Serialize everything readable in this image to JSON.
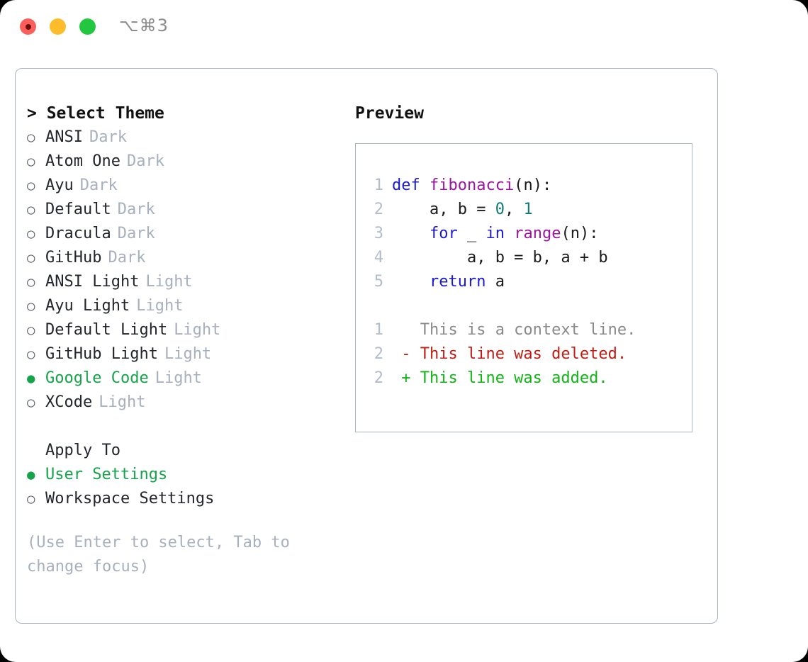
{
  "titlebar": {
    "shortcut": "⌥⌘3",
    "buttons": [
      {
        "name": "close",
        "color": "#fc5f5a"
      },
      {
        "name": "minimize",
        "color": "#fcbc2c"
      },
      {
        "name": "zoom",
        "color": "#22c63f"
      }
    ]
  },
  "theme_picker": {
    "header": "> Select Theme",
    "items": [
      {
        "bullet": "○",
        "label": "ANSI",
        "suffix": "Dark",
        "selected": false
      },
      {
        "bullet": "○",
        "label": "Atom One",
        "suffix": "Dark",
        "selected": false
      },
      {
        "bullet": "○",
        "label": "Ayu",
        "suffix": "Dark",
        "selected": false
      },
      {
        "bullet": "○",
        "label": "Default",
        "suffix": "Dark",
        "selected": false
      },
      {
        "bullet": "○",
        "label": "Dracula",
        "suffix": "Dark",
        "selected": false
      },
      {
        "bullet": "○",
        "label": "GitHub",
        "suffix": "Dark",
        "selected": false
      },
      {
        "bullet": "○",
        "label": "ANSI Light",
        "suffix": "Light",
        "selected": false
      },
      {
        "bullet": "○",
        "label": "Ayu Light",
        "suffix": "Light",
        "selected": false
      },
      {
        "bullet": "○",
        "label": "Default Light",
        "suffix": "Light",
        "selected": false
      },
      {
        "bullet": "○",
        "label": "GitHub Light",
        "suffix": "Light",
        "selected": false
      },
      {
        "bullet": "●",
        "label": "Google Code",
        "suffix": "Light",
        "selected": true
      },
      {
        "bullet": "○",
        "label": "XCode",
        "suffix": "Light",
        "selected": false
      }
    ]
  },
  "apply_to": {
    "header": "Apply To",
    "items": [
      {
        "bullet": "●",
        "label": "User Settings",
        "selected": true
      },
      {
        "bullet": "○",
        "label": "Workspace Settings",
        "selected": false
      }
    ]
  },
  "hint": "(Use Enter to select, Tab to change focus)",
  "preview": {
    "title": "Preview",
    "code_lines": [
      {
        "no": "1",
        "tokens": [
          {
            "t": "def ",
            "c": "kw"
          },
          {
            "t": "fibonacci",
            "c": "fn"
          },
          {
            "t": "(n):",
            "c": "plain"
          }
        ]
      },
      {
        "no": "2",
        "tokens": [
          {
            "t": "    a, b = ",
            "c": "plain"
          },
          {
            "t": "0",
            "c": "num"
          },
          {
            "t": ", ",
            "c": "plain"
          },
          {
            "t": "1",
            "c": "num"
          }
        ]
      },
      {
        "no": "3",
        "tokens": [
          {
            "t": "    ",
            "c": "plain"
          },
          {
            "t": "for",
            "c": "kw"
          },
          {
            "t": " _ ",
            "c": "plain"
          },
          {
            "t": "in",
            "c": "kw"
          },
          {
            "t": " ",
            "c": "plain"
          },
          {
            "t": "range",
            "c": "fn"
          },
          {
            "t": "(n):",
            "c": "plain"
          }
        ]
      },
      {
        "no": "4",
        "tokens": [
          {
            "t": "        a, b = b, a + b",
            "c": "plain"
          }
        ]
      },
      {
        "no": "5",
        "tokens": [
          {
            "t": "    ",
            "c": "plain"
          },
          {
            "t": "return",
            "c": "kw"
          },
          {
            "t": " a",
            "c": "plain"
          }
        ]
      }
    ],
    "diff_lines": [
      {
        "no": "1",
        "text": "   This is a context line.",
        "kind": "ctx"
      },
      {
        "no": "2",
        "text": " - This line was deleted.",
        "kind": "del"
      },
      {
        "no": "2",
        "text": " + This line was added.",
        "kind": "add"
      }
    ]
  },
  "colors": {
    "accent_green": "#16a34a",
    "muted": "#a7b0bd",
    "border": "#aab4c4",
    "keyword": "#1a1ad6",
    "function": "#9c14a0",
    "number": "#0f7a73",
    "diff_add": "#11b317",
    "diff_del": "#c21b12",
    "diff_ctx": "#8a8a8a"
  }
}
